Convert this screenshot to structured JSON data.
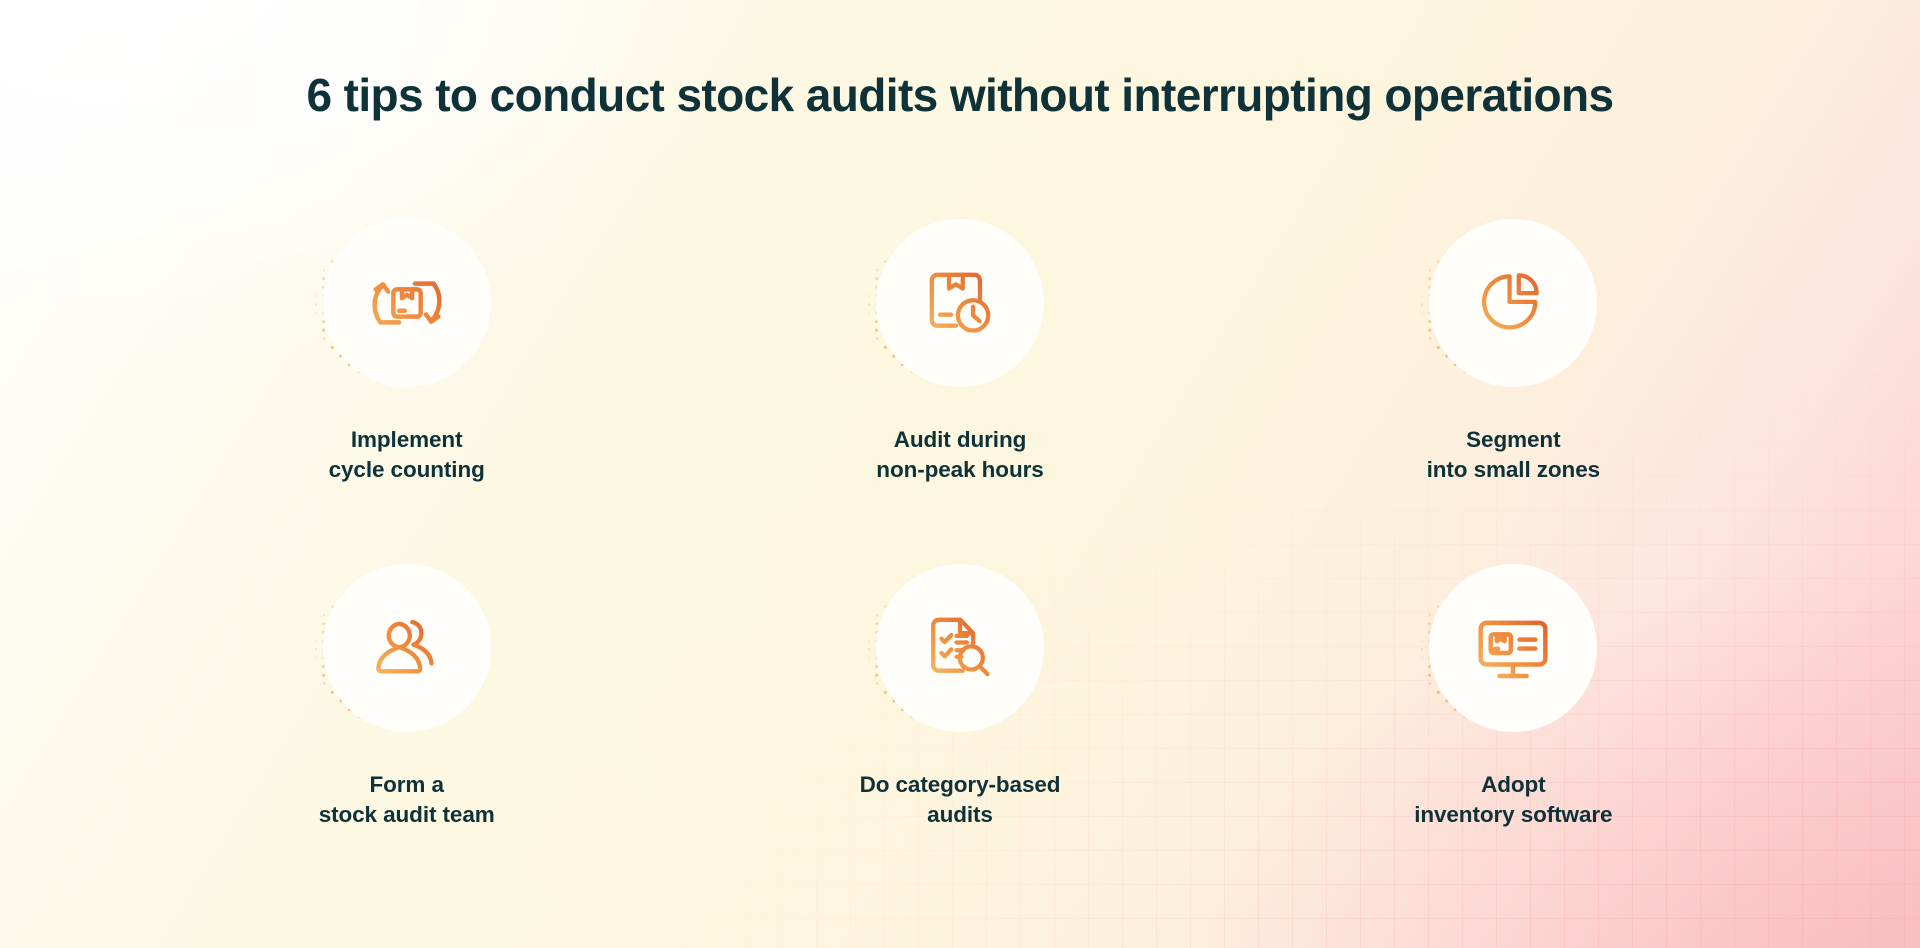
{
  "header": {
    "title": "6 tips to conduct stock audits without interrupting operations"
  },
  "theme": {
    "title_color": "#0e3238",
    "label_color": "#0e3238",
    "icon_gradient_start": "#f5a94e",
    "icon_gradient_end": "#e4622a",
    "halftone_dot_color": "#e8943a",
    "disc_color": "#fffefb",
    "bg_top_left": "#ffffff",
    "bg_center": "#fdf8e3",
    "bg_bottom_right": "#fac9cb",
    "bg_grid_line": "#f08c8c"
  },
  "tips": [
    {
      "index": "1",
      "icon": "cycle-count-box-icon",
      "line1": "Implement",
      "line2": "cycle counting"
    },
    {
      "index": "2",
      "icon": "box-clock-icon",
      "line1": "Audit during",
      "line2": "non-peak hours"
    },
    {
      "index": "3",
      "icon": "pie-chart-icon",
      "line1": "Segment",
      "line2": "into small zones"
    },
    {
      "index": "4",
      "icon": "team-users-icon",
      "line1": "Form a",
      "line2": "stock audit team"
    },
    {
      "index": "5",
      "icon": "checklist-magnifier-icon",
      "line1": "Do category-based",
      "line2": "audits"
    },
    {
      "index": "6",
      "icon": "monitor-inventory-icon",
      "line1": "Adopt",
      "line2": "inventory software"
    }
  ]
}
